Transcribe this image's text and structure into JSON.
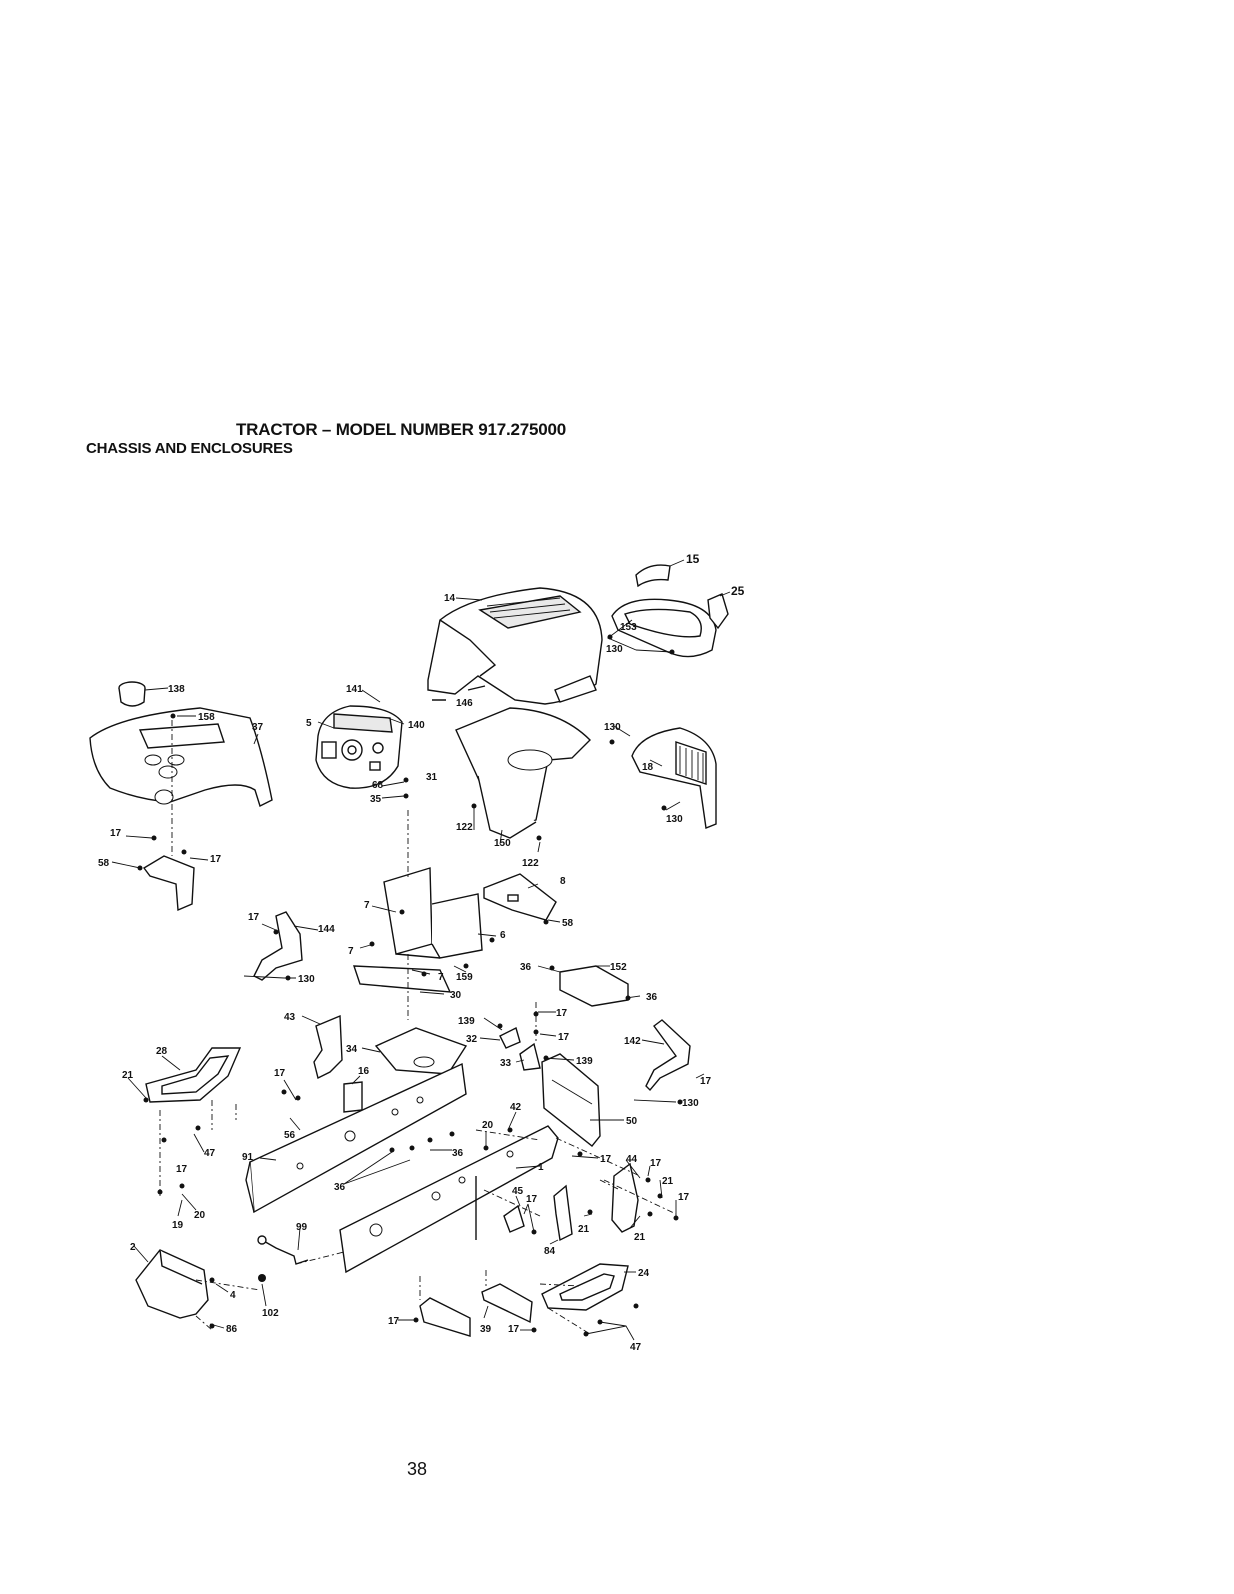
{
  "header": {
    "title": "TRACTOR – MODEL NUMBER 917.275000",
    "subtitle": "CHASSIS AND ENCLOSURES"
  },
  "footer": {
    "page_number": "38"
  },
  "callouts": {
    "c15": "15",
    "c25": "25",
    "c14": "14",
    "c153": "153",
    "c130a": "130",
    "c146": "146",
    "c138": "138",
    "c158": "158",
    "c141": "141",
    "c5": "5",
    "c140": "140",
    "c37": "37",
    "c130b": "130",
    "c18": "18",
    "c130c": "130",
    "c68": "68",
    "c31": "31",
    "c35": "35",
    "c122a": "122",
    "c150": "150",
    "c122b": "122",
    "c17a": "17",
    "c58a": "58",
    "c17b": "17",
    "c8": "8",
    "c7a": "7",
    "c58b": "58",
    "c17c": "17",
    "c144": "144",
    "c6": "6",
    "c7b": "7",
    "c7c": "7",
    "c159": "159",
    "c130d": "130",
    "c30": "30",
    "c36a": "36",
    "c152": "152",
    "c36b": "36",
    "c43": "43",
    "c139a": "139",
    "c17d": "17",
    "c32": "32",
    "c17e": "17",
    "c34": "34",
    "c33": "33",
    "c139b": "139",
    "c142": "142",
    "c28": "28",
    "c21a": "21",
    "c16": "16",
    "c17f": "17",
    "c17g": "17",
    "c130e": "130",
    "c56": "56",
    "c42": "42",
    "c50": "50",
    "c47a": "47",
    "c20a": "20",
    "c91": "91",
    "c36c": "36",
    "c36d": "36",
    "c17h": "17",
    "c44": "44",
    "c17i": "17",
    "c1": "1",
    "c17j": "17",
    "c21b": "21",
    "c45": "45",
    "c17k": "17",
    "c17l": "17",
    "c20b": "20",
    "c19": "19",
    "c21c": "21",
    "c21d": "21",
    "c99": "99",
    "c84": "84",
    "c2": "2",
    "c24": "24",
    "c4": "4",
    "c102": "102",
    "c86": "86",
    "c17m": "17",
    "c39": "39",
    "c17n": "17",
    "c47b": "47"
  }
}
